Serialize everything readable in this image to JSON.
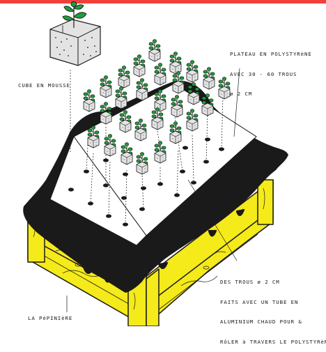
{
  "labels": {
    "plateau": [
      "PLATEAU EN POLYSTYRèNE",
      "AVEC 30 - 60 TROUS",
      "ø 2 CM"
    ],
    "cube": "CUBE EN MOUSSE",
    "trous": [
      "DES TROUS ø 2 CM",
      "FAITS AVEC UN TUBE EN",
      "ALUMINIUM CHAUD POUR &",
      "RôLER à TRAVERS LE POLYSTYRèNE."
    ],
    "pepiniere": "LA PéPINIèRE"
  },
  "colors": {
    "top_bar": "#f0403a",
    "wood": "#f5ea1a",
    "tarp": "#1a1a1a",
    "foam": "#e3e3e3",
    "leaf": "#1f9e3a",
    "ink": "#1a1a1a"
  },
  "icons": [
    "seedling-icon",
    "foam-cube-icon"
  ]
}
